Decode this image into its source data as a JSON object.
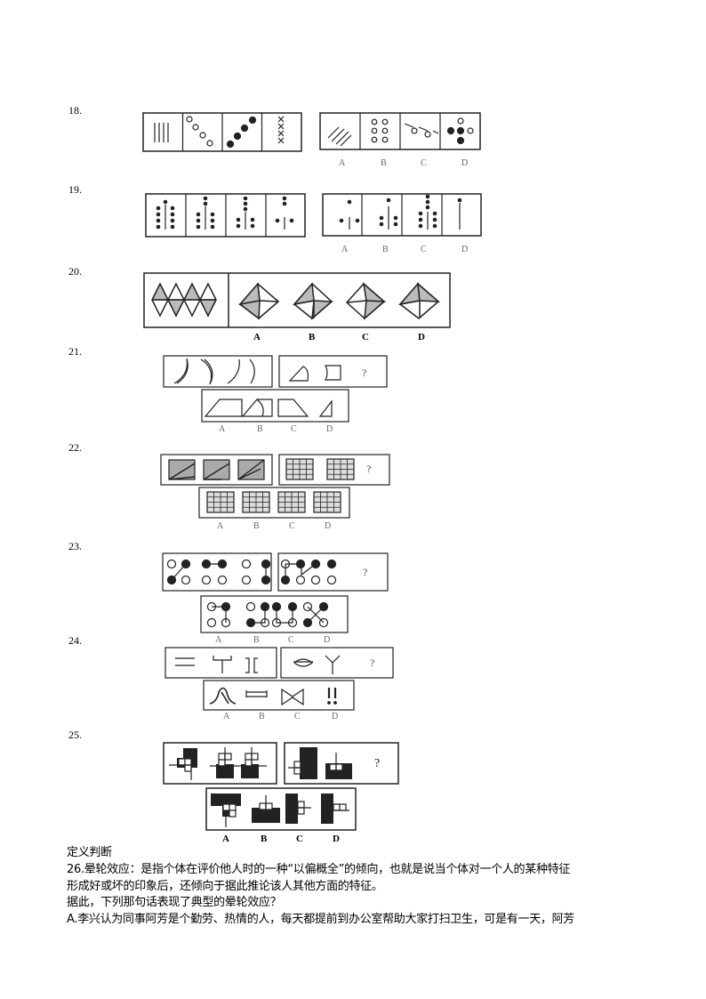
{
  "questions": [
    {
      "number": "18.",
      "options": [
        "A",
        "B",
        "C",
        "D"
      ]
    },
    {
      "number": "19.",
      "options": [
        "A",
        "B",
        "C",
        "D"
      ]
    },
    {
      "number": "20.",
      "options": [
        "A",
        "B",
        "C",
        "D"
      ]
    },
    {
      "number": "21.",
      "options": [
        "A",
        "B",
        "C",
        "D"
      ],
      "question_mark": "?"
    },
    {
      "number": "22.",
      "options": [
        "A",
        "B",
        "C",
        "D"
      ],
      "question_mark": "?"
    },
    {
      "number": "23.",
      "options": [
        "A",
        "B",
        "C",
        "D"
      ],
      "question_mark": "?"
    },
    {
      "number": "24.",
      "options": [
        "A",
        "B",
        "C",
        "D"
      ],
      "question_mark": "?"
    },
    {
      "number": "25.",
      "options": [
        "A",
        "B",
        "C",
        "D"
      ],
      "question_mark": "?"
    }
  ],
  "section_title": "定义判断",
  "q26": {
    "line1": "26.晕轮效应：是指个体在评价他人时的一种“以偏概全”的倾向，也就是说当个体对一个人的某种特征",
    "line2": "形成好或坏的印象后，还倾向于据此推论该人其他方面的特征。",
    "prompt": "据此，下列那句话表现了典型的晕轮效应？",
    "option_a": "A.李兴认为同事阿芳是个勤劳、热情的人，每天都提前到办公室帮助大家打扫卫生，可是有一天，阿芳"
  }
}
